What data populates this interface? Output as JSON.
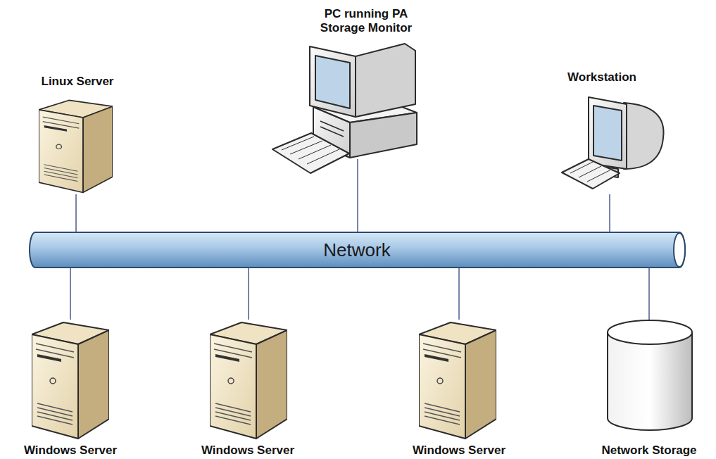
{
  "diagram": {
    "nodes": [
      {
        "text": [
          "Linux Server"
        ]
      },
      {
        "text": [
          "PC running PA Storage Monitor"
        ]
      },
      {
        "text": [
          "Workstation"
        ]
      },
      {
        "text": [
          "Network"
        ]
      },
      {
        "text": [
          "Windows Server"
        ]
      },
      {
        "text": [
          "Windows Server"
        ]
      },
      {
        "text": [
          "Windows Server"
        ]
      },
      {
        "text": [
          "Network Storage"
        ]
      }
    ],
    "edges": [
      {
        "from": 0,
        "to": 3,
        "arrow": "none"
      },
      {
        "from": 1,
        "to": 3,
        "arrow": "none"
      },
      {
        "from": 2,
        "to": 3,
        "arrow": "none"
      },
      {
        "from": 4,
        "to": 3,
        "arrow": "none"
      },
      {
        "from": 5,
        "to": 3,
        "arrow": "none"
      },
      {
        "from": 6,
        "to": 3,
        "arrow": "none"
      },
      {
        "from": 7,
        "to": 3,
        "arrow": "none"
      }
    ]
  }
}
